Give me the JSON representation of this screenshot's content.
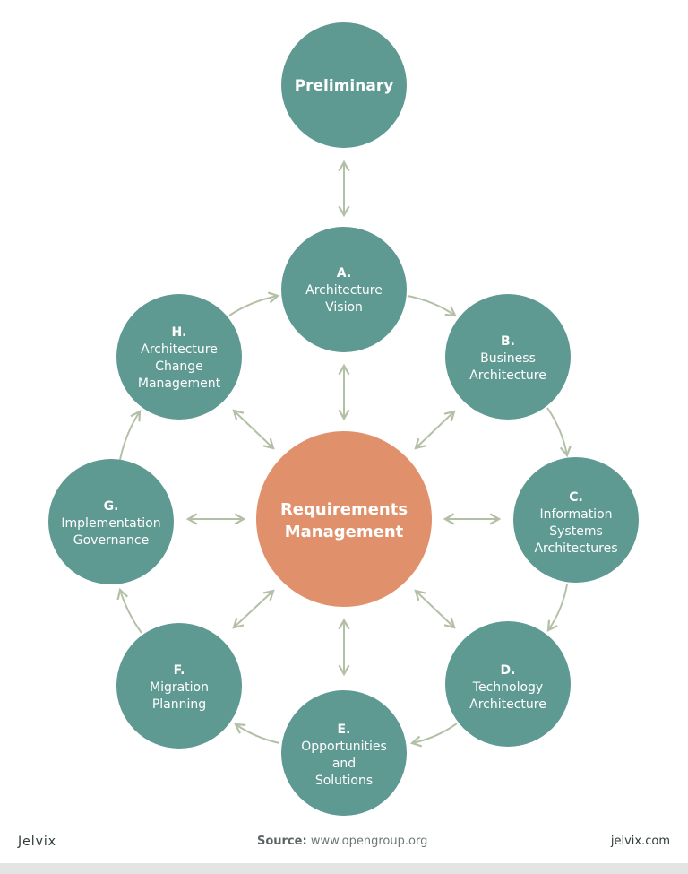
{
  "diagram": {
    "preliminary": {
      "label": "Preliminary"
    },
    "center": {
      "line1": "Requirements",
      "line2": "Management"
    },
    "phases": [
      {
        "key": "A",
        "letter": "A.",
        "lines": [
          "Architecture",
          "Vision"
        ]
      },
      {
        "key": "B",
        "letter": "B.",
        "lines": [
          "Business",
          "Architecture"
        ]
      },
      {
        "key": "C",
        "letter": "C.",
        "lines": [
          "Information",
          "Systems",
          "Architectures"
        ]
      },
      {
        "key": "D",
        "letter": "D.",
        "lines": [
          "Technology",
          "Architecture"
        ]
      },
      {
        "key": "E",
        "letter": "E.",
        "lines": [
          "Opportunities",
          "and",
          "Solutions"
        ]
      },
      {
        "key": "F",
        "letter": "F.",
        "lines": [
          "Migration",
          "Planning"
        ]
      },
      {
        "key": "G",
        "letter": "G.",
        "lines": [
          "Implementation",
          "Governance"
        ]
      },
      {
        "key": "H",
        "letter": "H.",
        "lines": [
          "Architecture",
          "Change",
          "Management"
        ]
      }
    ],
    "colors": {
      "phase": "#5f9a92",
      "center": "#e0916c",
      "arrow": "#b4c0a6"
    }
  },
  "footer": {
    "brand": "Jelvix",
    "source_label": "Source:",
    "source_value": "www.opengroup.org",
    "site": "jelvix.com"
  }
}
